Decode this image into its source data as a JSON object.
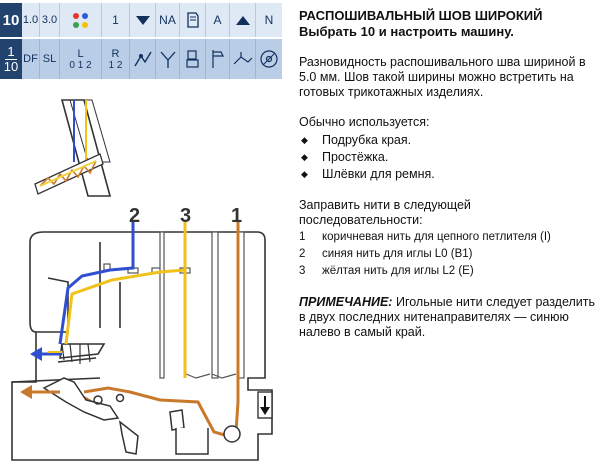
{
  "panel": {
    "row1": [
      {
        "label": "10",
        "kind": "selected"
      },
      {
        "label": "1.0"
      },
      {
        "label": "3.0"
      },
      {
        "label": "",
        "icon": "color-dots-icon"
      },
      {
        "label": "1"
      },
      {
        "label": "",
        "icon": "triangle-down-icon"
      },
      {
        "label": "NA"
      },
      {
        "label": "",
        "icon": "presser-foot-icon"
      },
      {
        "label": "A"
      },
      {
        "label": "",
        "icon": "triangle-up-icon"
      },
      {
        "label": "N"
      }
    ],
    "row2_fraction": {
      "top": "1",
      "bottom": "10"
    },
    "row2": [
      {
        "label": "DF"
      },
      {
        "label": "SL"
      },
      {
        "label": "L",
        "sub": "0 1 2"
      },
      {
        "label": "R",
        "sub": "1 2"
      }
    ],
    "dot_colors": [
      "#e6372b",
      "#2a5bd8",
      "#3aa04a",
      "#f2c300"
    ]
  },
  "illustration": {
    "thread_labels": [
      "2",
      "3",
      "1"
    ],
    "colors": {
      "blue": "#2f4fd0",
      "yellow": "#f0c21a",
      "brown": "#c9792c",
      "outline": "#333333",
      "fabric": "#f2d33d"
    }
  },
  "text": {
    "title1": "РАСПОШИВАЛЬНЫЙ ШОВ ШИРОКИЙ",
    "title2": "Выбрать 10 и настроить машину.",
    "intro": "Разновидность распошивального шва шириной в 5.0 мм. Шов такой ширины можно встретить на готовых трикотажных изделиях.",
    "usage_title": "Обычно используется:",
    "usage": [
      "Подрубка края.",
      "Простёжка.",
      "Шлёвки для ремня."
    ],
    "bullet_symbol": "◆",
    "order_title": "Заправить нити в следующей последовательности:",
    "steps": [
      {
        "n": "1",
        "text": "коричневая нить для цепного петлителя (I)"
      },
      {
        "n": "2",
        "text": "синяя нить для иглы L0 (B1)"
      },
      {
        "n": "3",
        "text": "жёлтая нить для иглы L2 (E)"
      }
    ],
    "note_label": "ПРИМЕЧАНИЕ:",
    "note": "Игольные нити следует разделить в двух последних нитенаправителях — синюю налево в самый край."
  }
}
